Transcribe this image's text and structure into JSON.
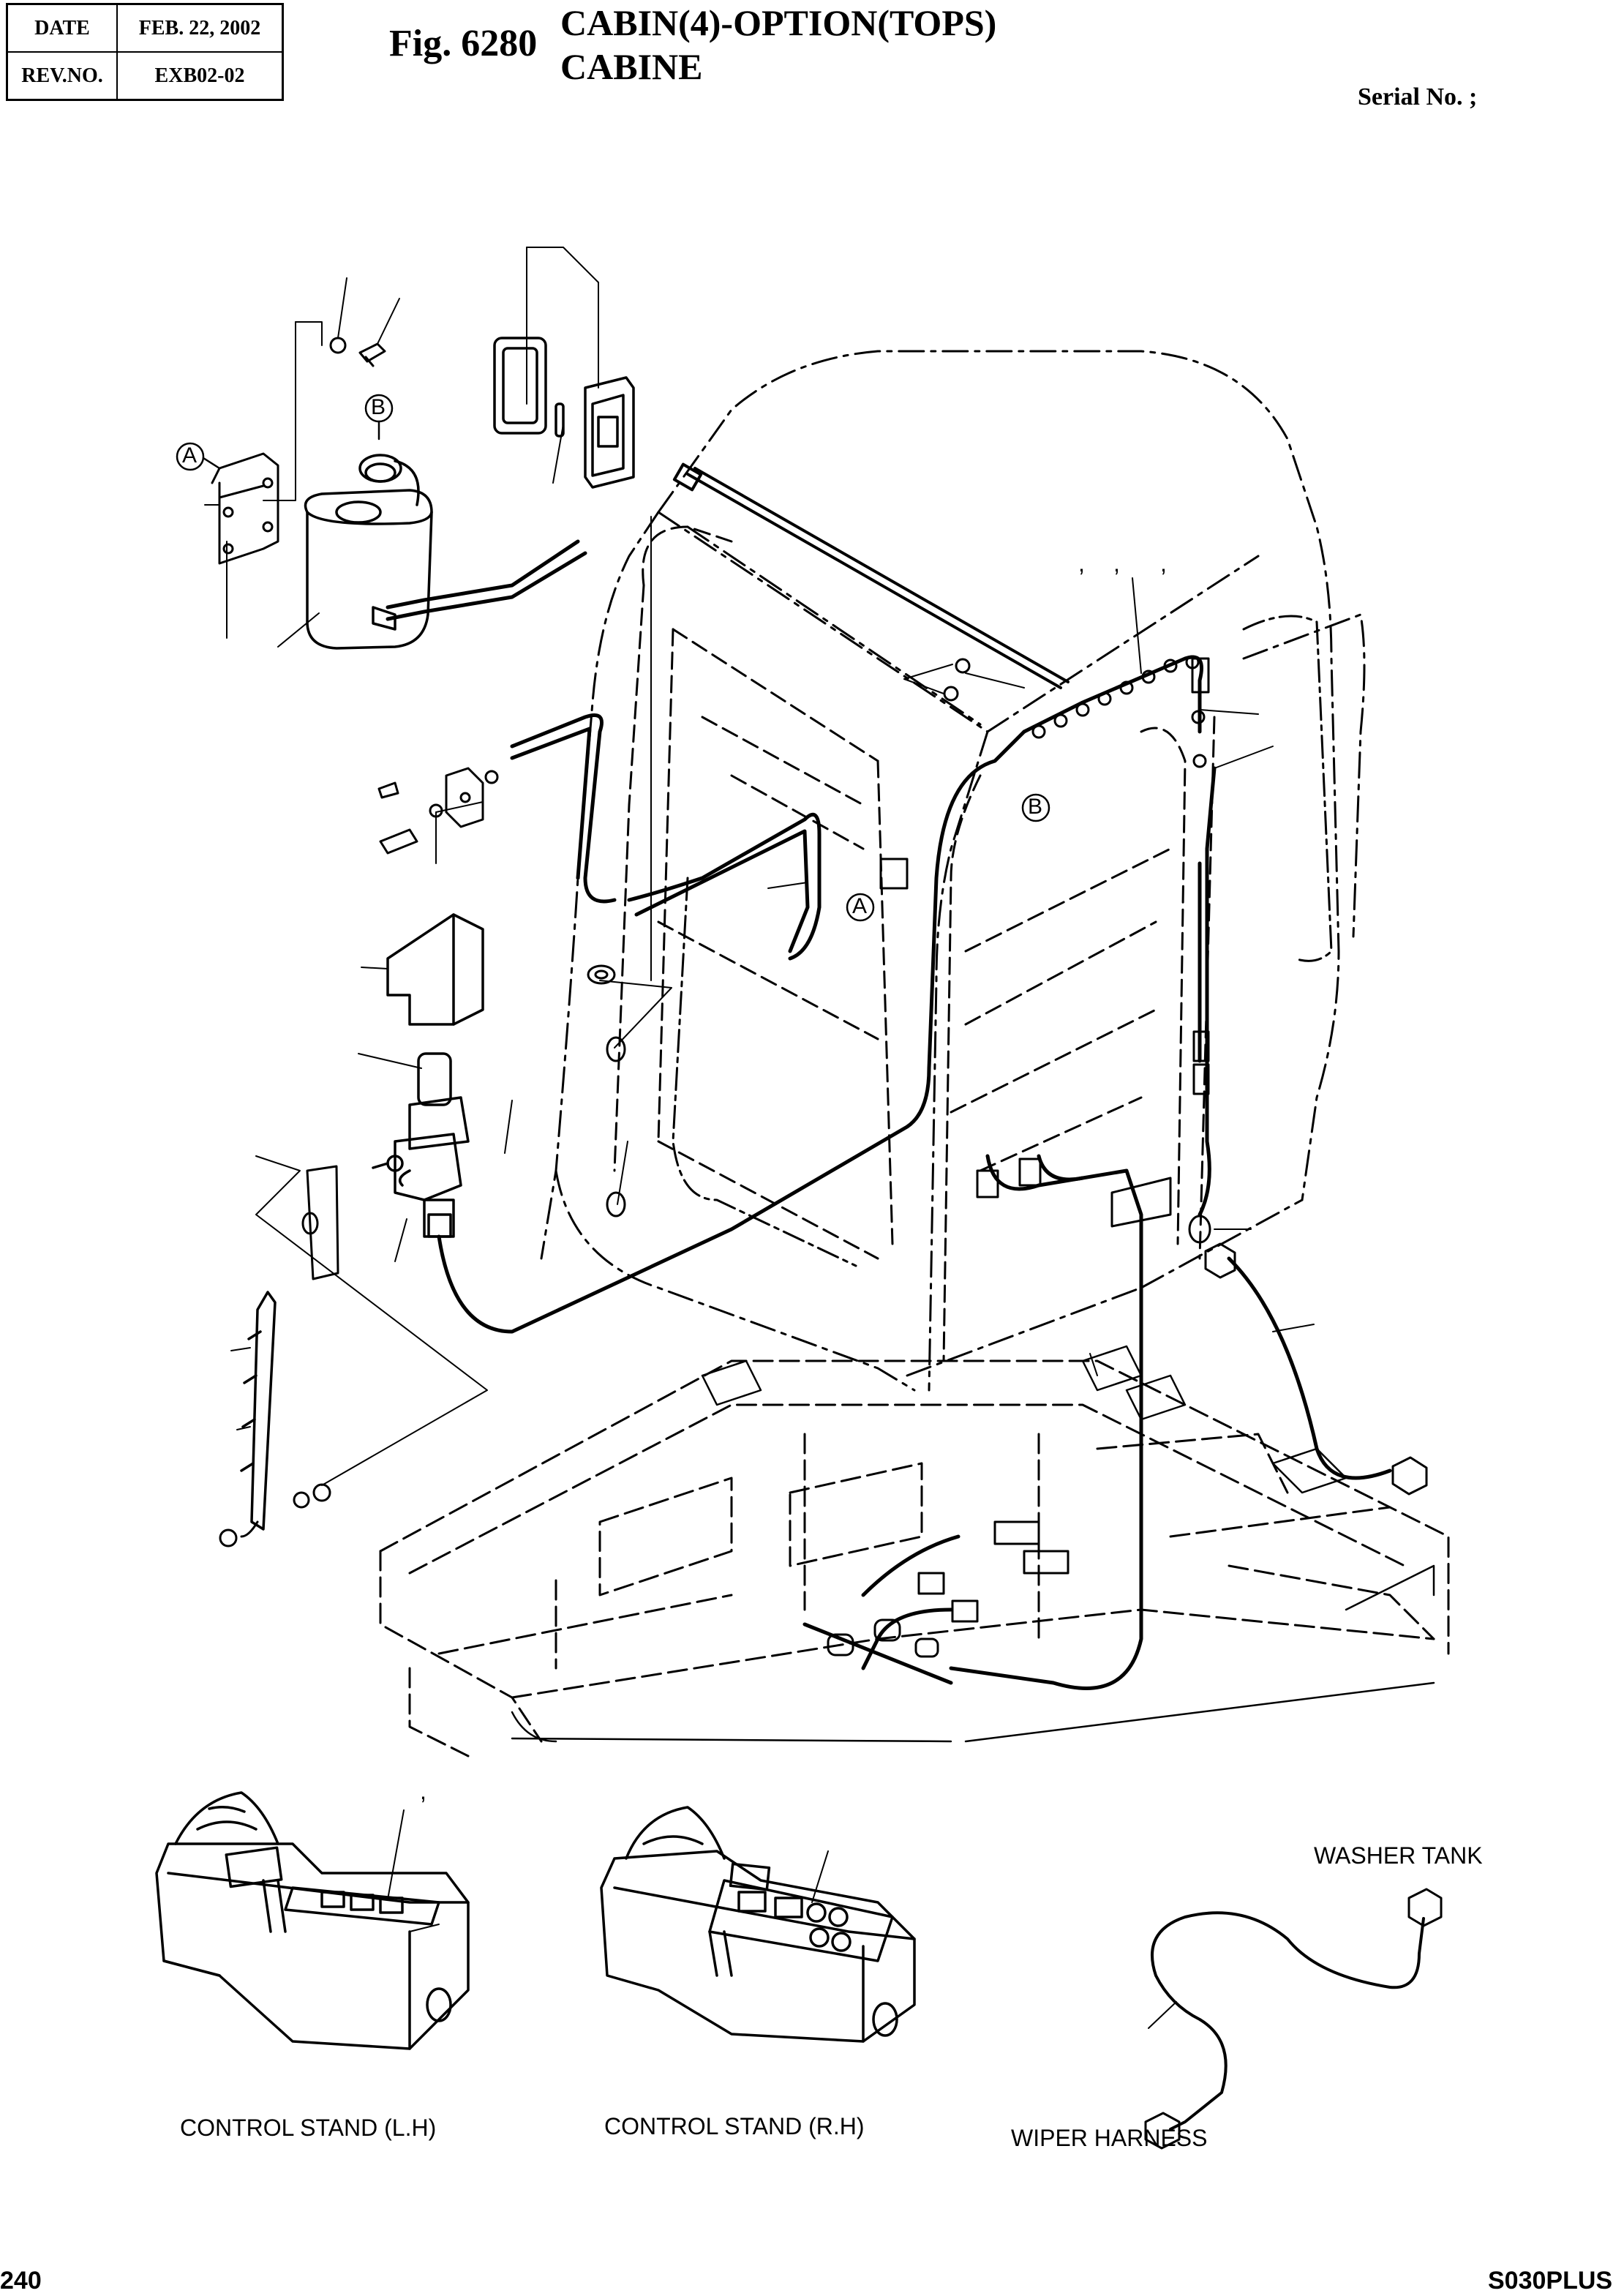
{
  "header": {
    "date_label": "DATE",
    "date_value": "FEB. 22, 2002",
    "rev_label": "REV.NO.",
    "rev_value": "EXB02-02",
    "fig_label": "Fig. 6280",
    "title_line1": "CABIN(4)-OPTION(TOPS)",
    "title_line2": "CABINE",
    "serial_label": "Serial No. ;"
  },
  "callouts": {
    "a": "A",
    "b": "B"
  },
  "stray_commas": [
    ",",
    ",",
    ",",
    ","
  ],
  "subassemblies": {
    "control_stand_lh": "CONTROL STAND (L.H)",
    "control_stand_rh": "CONTROL STAND (R.H)",
    "washer_tank": "WASHER TANK",
    "wiper_harness": "WIPER HARNESS"
  },
  "footer": {
    "page_number": "240",
    "model": "S030PLUS"
  }
}
